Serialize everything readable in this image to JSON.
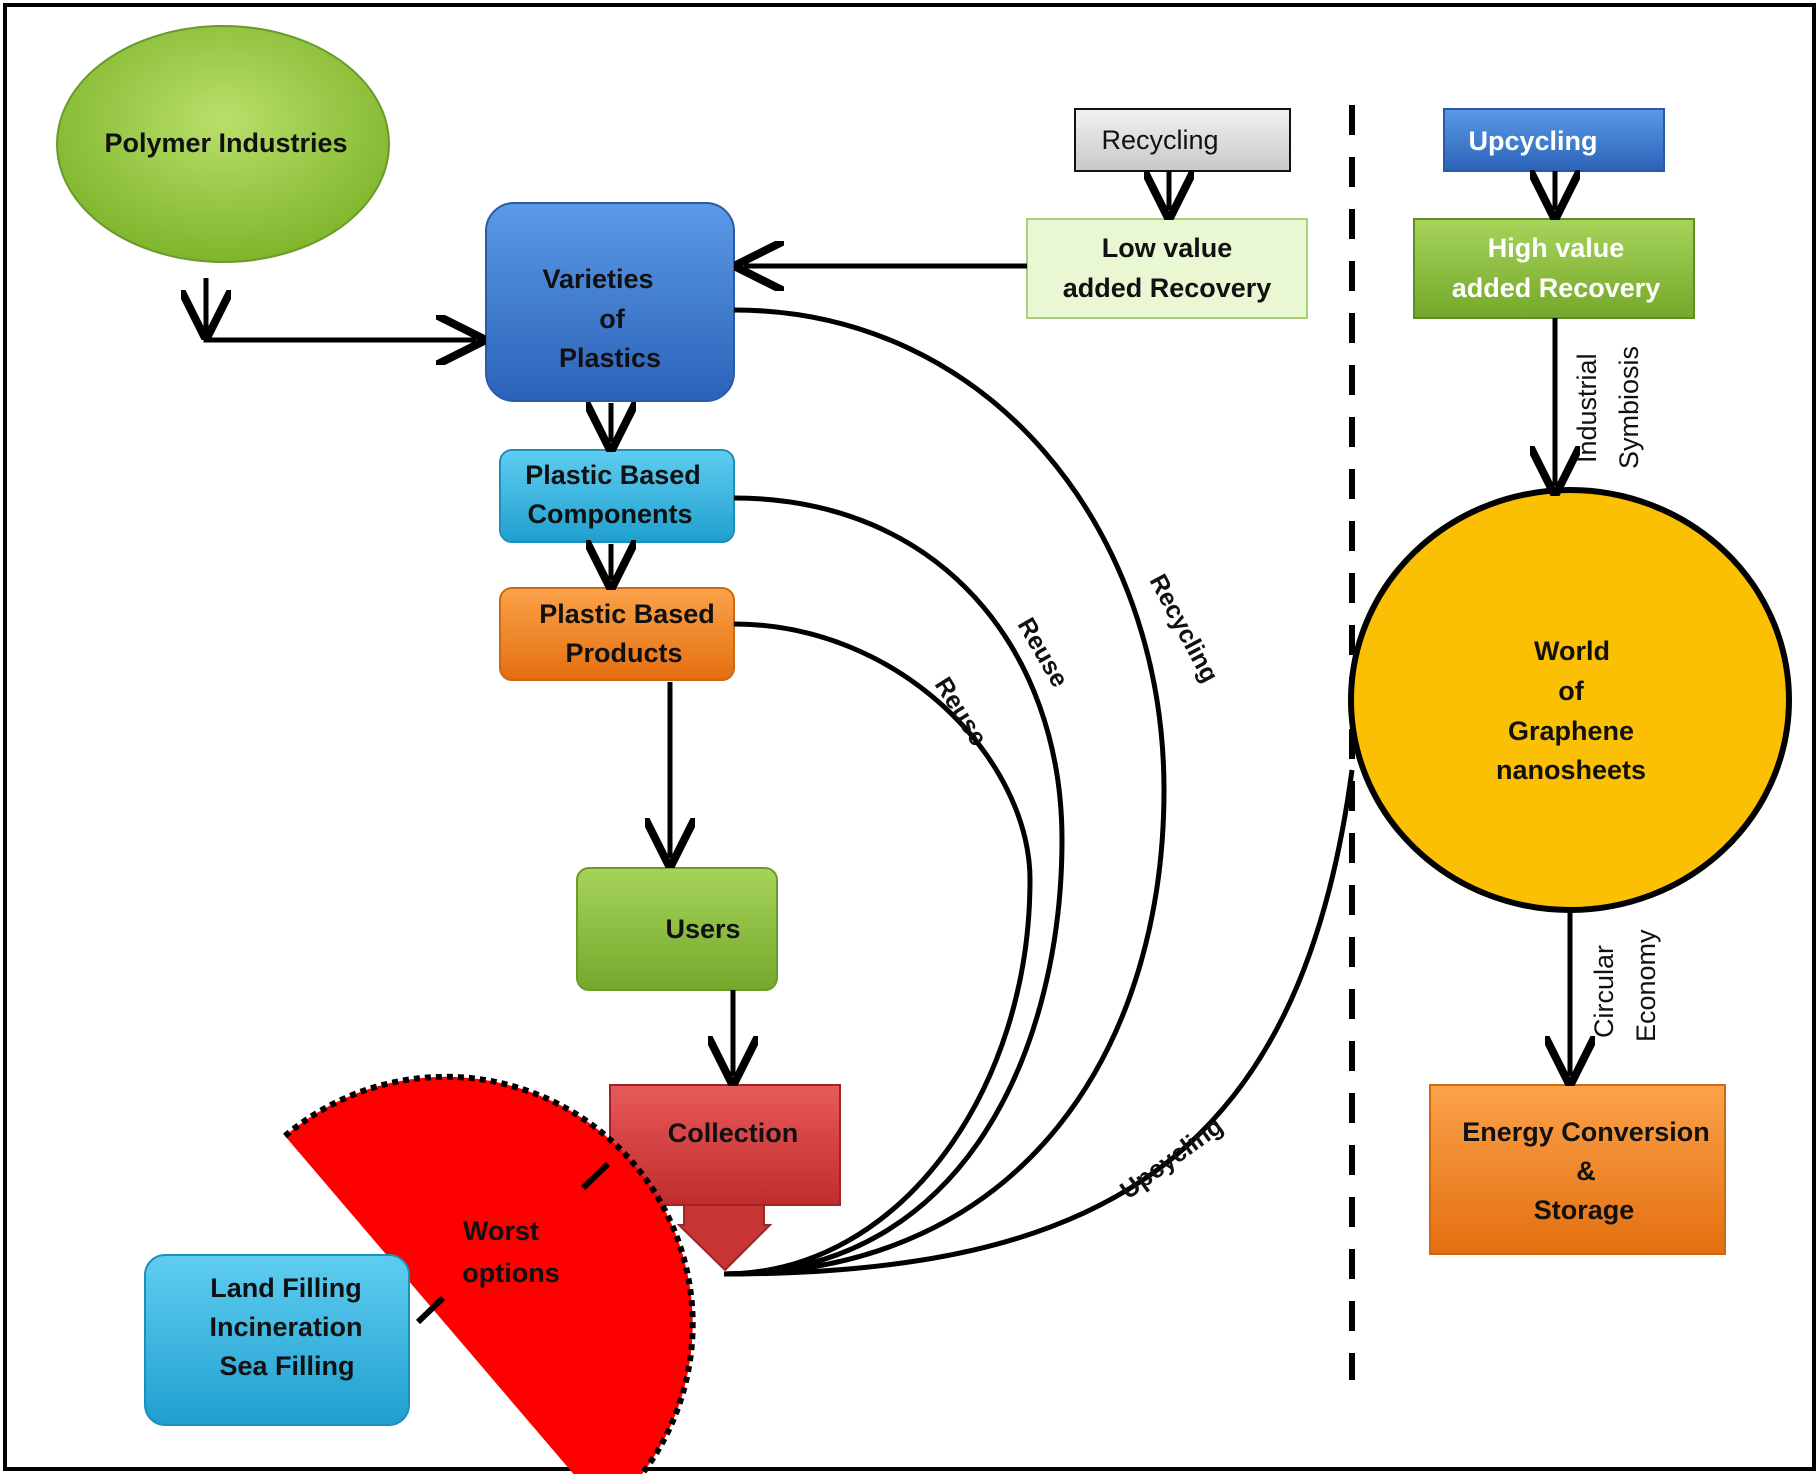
{
  "nodes": {
    "polymer_industries": "Polymer Industries",
    "varieties": [
      "Varieties",
      "of",
      "Plastics"
    ],
    "plastic_components": [
      "Plastic Based",
      "Components"
    ],
    "plastic_products": [
      "Plastic Based",
      "Products"
    ],
    "users": "Users",
    "collection": "Collection",
    "worst_options": [
      "Worst",
      "options"
    ],
    "landfill": [
      "Land Filling",
      "Incineration",
      "Sea Filling"
    ],
    "recycling_box": "Recycling",
    "low_value": [
      "Low value",
      "added Recovery"
    ],
    "upcycling_box": "Upcycling",
    "high_value": [
      "High value",
      "added Recovery"
    ],
    "graphene": [
      "World",
      "of",
      "Graphene",
      "nanosheets"
    ],
    "energy": [
      "Energy Conversion",
      "&",
      "Storage"
    ]
  },
  "edge_labels": {
    "recycling_arc": "Recycling",
    "reuse_components": "Reuse",
    "reuse_products": "Reuse",
    "upcycling_arc": "Upcycling",
    "industrial_symbiosis": [
      "Industrial",
      "Symbiosis"
    ],
    "circular_economy": [
      "Circular",
      "Economy"
    ]
  },
  "colors": {
    "polymer": "#92c83e",
    "varieties": "#3c7fd3",
    "components": "#36b8e3",
    "products": "#f68b1f",
    "users": "#8fc33a",
    "collection": "#d83b3b",
    "worst": "#ff0000",
    "landfill": "#2eb3e3",
    "recycling_box": "#d6d6d6",
    "low_value": "#e9f8d2",
    "upcycling_box": "#2f7fd6",
    "high_value": "#7cc23c",
    "graphene": "#fbbf03",
    "energy": "#f68b1f"
  }
}
